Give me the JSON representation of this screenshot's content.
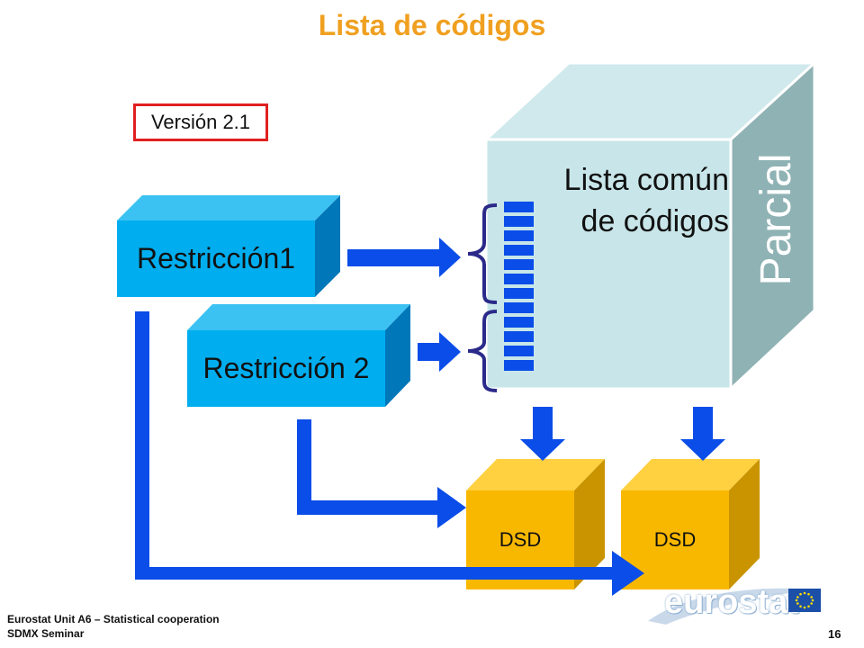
{
  "slide": {
    "title": "Lista de códigos",
    "version_badge": "Versión 2.1"
  },
  "boxes": {
    "restriction1": "Restricción1",
    "restriction2": "Restricción 2",
    "common_list_line1": "Lista común",
    "common_list_line2": "de códigos",
    "partial": "Parcial",
    "dsd1": "DSD",
    "dsd2": "DSD"
  },
  "footer": {
    "line1": "Eurostat Unit A6 – Statistical cooperation",
    "line2": "SDMX Seminar",
    "page_number": "16",
    "logo_text": "eurostat"
  },
  "colors": {
    "title": "#f0a020",
    "restriction_front": "#00aeef",
    "common_front": "#c8e6ea",
    "common_side": "#8fb2b4",
    "dsd_front": "#f9b800",
    "arrow": "#0a4de8",
    "brace": "#2b2a8a"
  }
}
